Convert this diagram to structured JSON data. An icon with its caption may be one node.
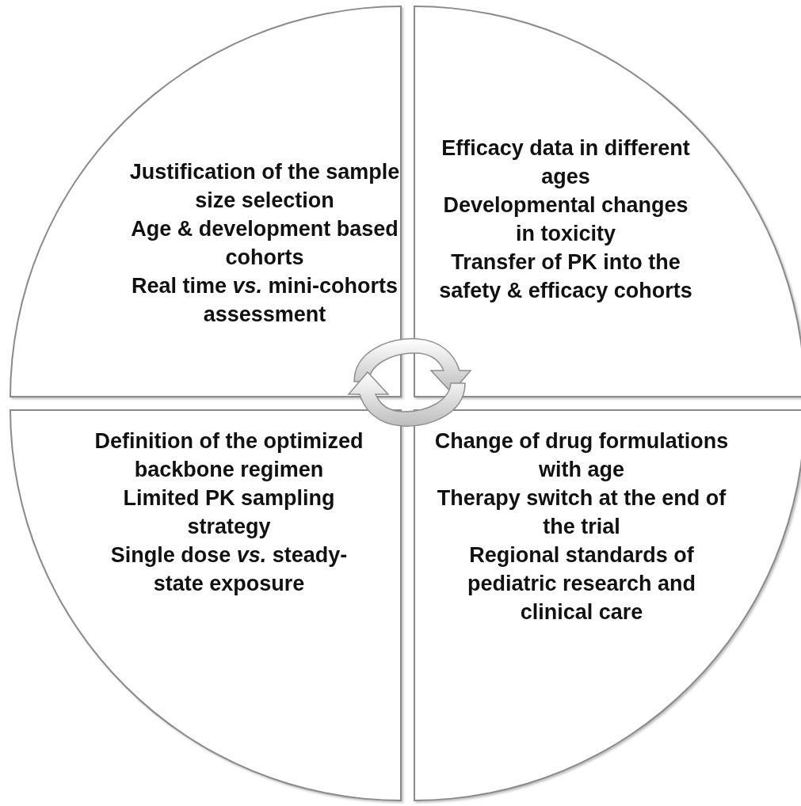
{
  "diagram": {
    "nodes": [
      {
        "text": [
          "Justification of the sample size selection",
          "Age & development based cohorts",
          "Real time *vs.* mini-cohorts assessment"
        ]
      },
      {
        "text": [
          "Efficacy data in different ages",
          "Developmental changes in toxicity",
          "Transfer of PK into the safety & efficacy cohorts"
        ]
      },
      {
        "text": [
          "Definition of the optimized backbone regimen",
          "Limited PK sampling strategy",
          "Single dose *vs.* steady-state exposure"
        ]
      },
      {
        "text": [
          "Change of drug formulations with age",
          "Therapy switch at the end of the trial",
          "Regional standards of pediatric research and clinical care"
        ]
      }
    ]
  }
}
